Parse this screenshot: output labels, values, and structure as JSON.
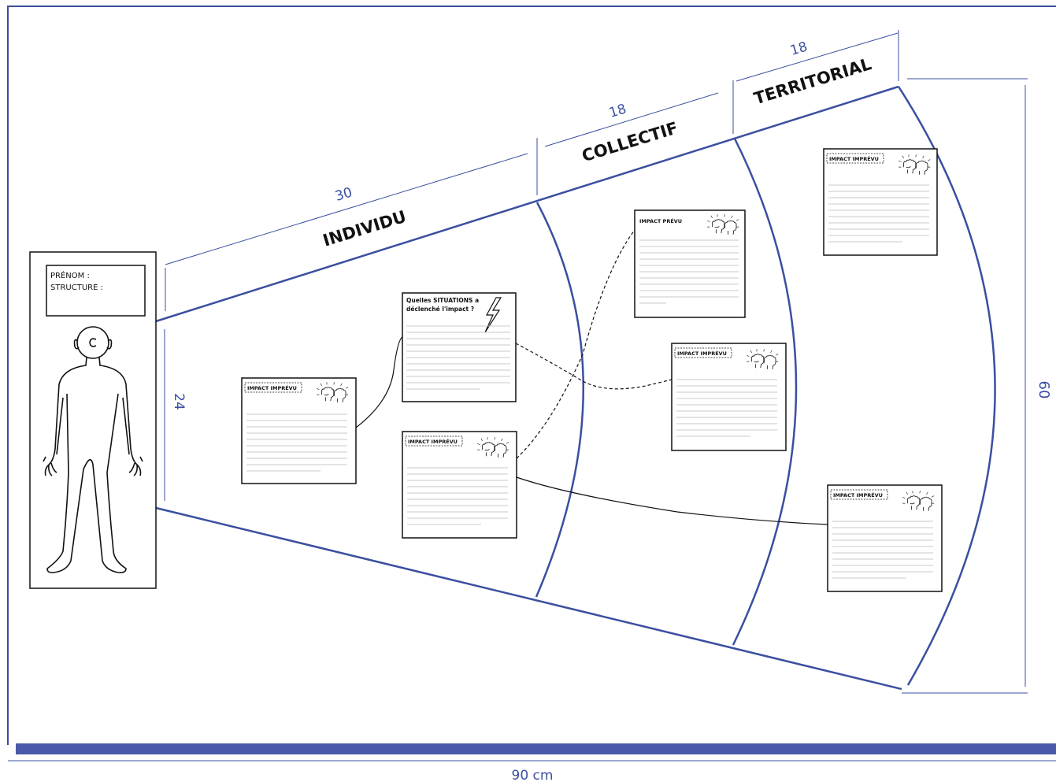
{
  "person_panel": {
    "fields": [
      "PRÉNOM :",
      "STRUCTURE :"
    ]
  },
  "zones": [
    "INDIVIDU",
    "COLLECTIF",
    "TERRITORIAL"
  ],
  "dimensions": {
    "individu_width": "30",
    "collectif_width": "18",
    "territorial_width": "18",
    "left_height": "24",
    "right_height": "60",
    "total_width": "90 cm"
  },
  "cards": {
    "situations_question": "Quelles SITUATIONS a déclenché l'impact ?",
    "impact_imprevu": "IMPACT IMPRÉVU",
    "impact_prevu": "IMPACT PRÉVU"
  },
  "colors": {
    "accent": "#3b4fa0",
    "accent_bar": "#4a5aa8",
    "ink": "#111111",
    "card_line": "#c8c8c8"
  }
}
